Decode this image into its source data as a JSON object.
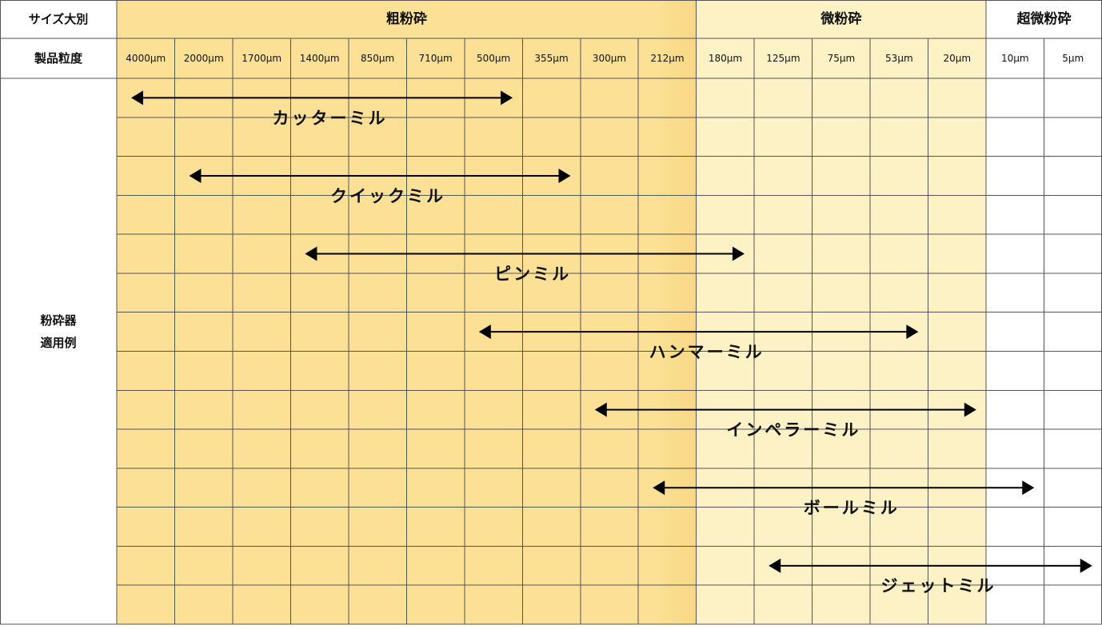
{
  "header": {
    "size_label": "サイズ大別",
    "granularity_label": "製品粒度",
    "row_label_line1": "粉砕器",
    "row_label_line2": "適用例"
  },
  "groups": [
    {
      "label": "粗粉砕",
      "start": 0,
      "end": 10,
      "color": "#fbe29a"
    },
    {
      "label": "微粉砕",
      "start": 10,
      "end": 15,
      "color": "#fdf1c6"
    },
    {
      "label": "超微粉砕",
      "start": 15,
      "end": 17,
      "color": "#ffffff"
    }
  ],
  "sizes": [
    "4000μm",
    "2000μm",
    "1700μm",
    "1400μm",
    "850μm",
    "710μm",
    "500μm",
    "355μm",
    "300μm",
    "212μm",
    "180μm",
    "125μm",
    "75μm",
    "53μm",
    "20μm",
    "10μm",
    "5μm"
  ],
  "mills": [
    {
      "name": "カッターミル",
      "from": 0,
      "to": 6
    },
    {
      "name": "クイックミル",
      "from": 1,
      "to": 7
    },
    {
      "name": "ピンミル",
      "from": 3,
      "to": 10
    },
    {
      "name": "ハンマーミル",
      "from": 6,
      "to": 13
    },
    {
      "name": "インペラーミル",
      "from": 8,
      "to": 14
    },
    {
      "name": "ボールミル",
      "from": 9,
      "to": 15
    },
    {
      "name": "ジェットミル",
      "from": 11,
      "to": 16
    }
  ]
}
